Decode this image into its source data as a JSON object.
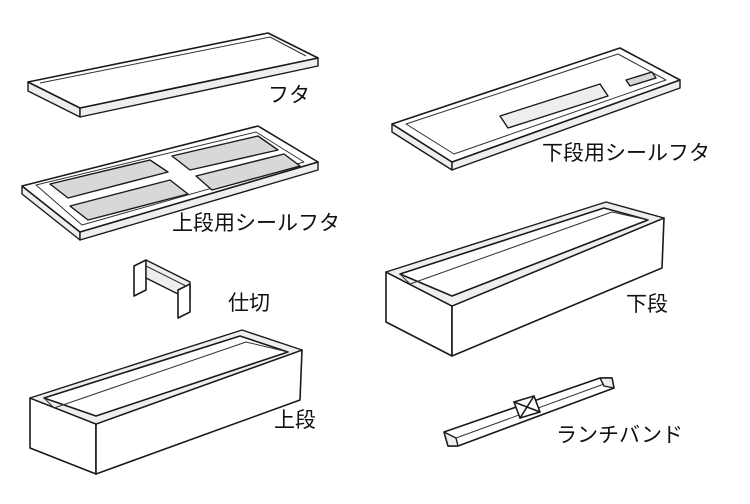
{
  "parts": {
    "lid": {
      "label": "フタ"
    },
    "upper_seal_lid": {
      "label": "上段用シールフタ"
    },
    "lower_seal_lid": {
      "label": "下段用シールフタ"
    },
    "divider": {
      "label": "仕切"
    },
    "upper_tier": {
      "label": "上段"
    },
    "lower_tier": {
      "label": "下段"
    },
    "lunch_band": {
      "label": "ランチバンド"
    }
  }
}
